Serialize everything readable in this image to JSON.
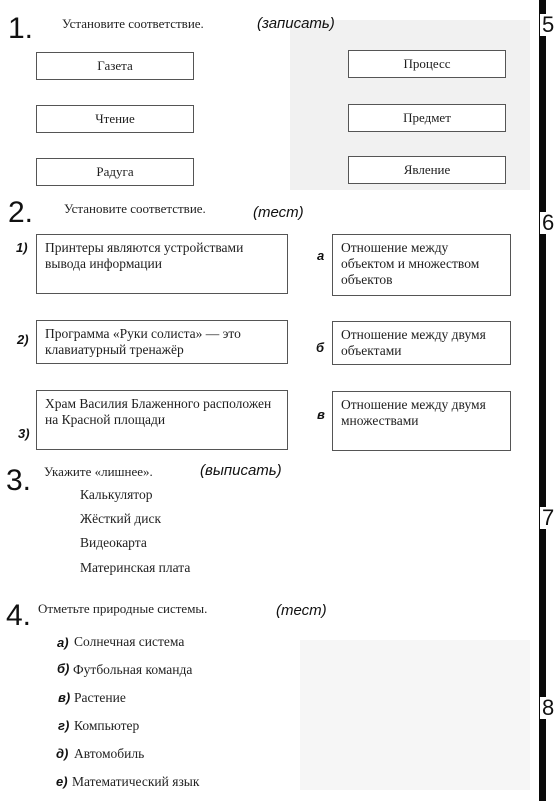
{
  "q1": {
    "number": "1.",
    "title": "Установите соответствие.",
    "note": "(записать)",
    "left": [
      "Газета",
      "Чтение",
      "Радуга"
    ],
    "right": [
      "Процесс",
      "Предмет",
      "Явление"
    ]
  },
  "q2": {
    "number": "2.",
    "title": "Установите соответствие.",
    "note": "(тест)",
    "left_labels": [
      "1)",
      "2)",
      "3)"
    ],
    "left": [
      "Принтеры являются устройствами вывода информации",
      "Программа «Руки солиста» — это клавиатурный тренажёр",
      "Храм Василия Блаженного расположен на Красной площади"
    ],
    "right_labels": [
      "а",
      "б",
      "в"
    ],
    "right": [
      "Отношение между объектом и множеством объектов",
      "Отношение между двумя объектами",
      "Отношение между двумя множествами"
    ]
  },
  "q3": {
    "number": "3.",
    "title": "Укажите «лишнее».",
    "note": "(выписать)",
    "items": [
      "Калькулятор",
      "Жёсткий диск",
      "Видеокарта",
      "Материнская плата"
    ]
  },
  "q4": {
    "number": "4.",
    "title": "Отметьте природные системы.",
    "note": "(тест)",
    "labels": [
      "а)",
      "б)",
      "в)",
      "г)",
      "д)",
      "е)"
    ],
    "items": [
      "Солнечная система",
      "Футбольная команда",
      "Растение",
      "Компьютер",
      "Автомобиль",
      "Математический язык"
    ]
  },
  "side_numbers": [
    "5",
    "6",
    "7",
    "8"
  ]
}
